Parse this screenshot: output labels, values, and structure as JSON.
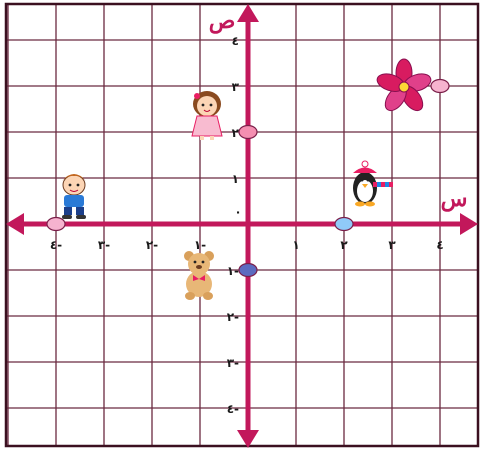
{
  "diagram": {
    "x_axis_label": "س",
    "y_axis_label": "ص",
    "origin_label": "٠",
    "x_ticks": [
      {
        "value": -4,
        "label": "٤-"
      },
      {
        "value": -3,
        "label": "٣-"
      },
      {
        "value": -2,
        "label": "٢-"
      },
      {
        "value": -1,
        "label": "١-"
      },
      {
        "value": 1,
        "label": "١"
      },
      {
        "value": 2,
        "label": "٢"
      },
      {
        "value": 3,
        "label": "٣"
      },
      {
        "value": 4,
        "label": "٤"
      }
    ],
    "y_ticks": [
      {
        "value": 4,
        "label": "٤"
      },
      {
        "value": 3,
        "label": "٣"
      },
      {
        "value": 2,
        "label": "٢"
      },
      {
        "value": 1,
        "label": "١"
      },
      {
        "value": -1,
        "label": "١-"
      },
      {
        "value": -2,
        "label": "٢-"
      },
      {
        "value": -3,
        "label": "٣-"
      },
      {
        "value": -4,
        "label": "٤-"
      }
    ],
    "points": [
      {
        "x": -4,
        "y": 0,
        "color": "#f6b3cf",
        "image": "boy"
      },
      {
        "x": 0,
        "y": 2,
        "color": "#f48fb1",
        "image": "girl"
      },
      {
        "x": 2,
        "y": 0,
        "color": "#90caf9",
        "image": "penguin"
      },
      {
        "x": 0,
        "y": -1,
        "color": "#5c6bc0",
        "image": "teddy-bear"
      },
      {
        "x": 4,
        "y": 3,
        "color": "#f6b3cf",
        "image": "flower"
      }
    ],
    "colors": {
      "grid": "#6b2a40",
      "axis": "#c2185b",
      "border": "#3b1020"
    }
  }
}
